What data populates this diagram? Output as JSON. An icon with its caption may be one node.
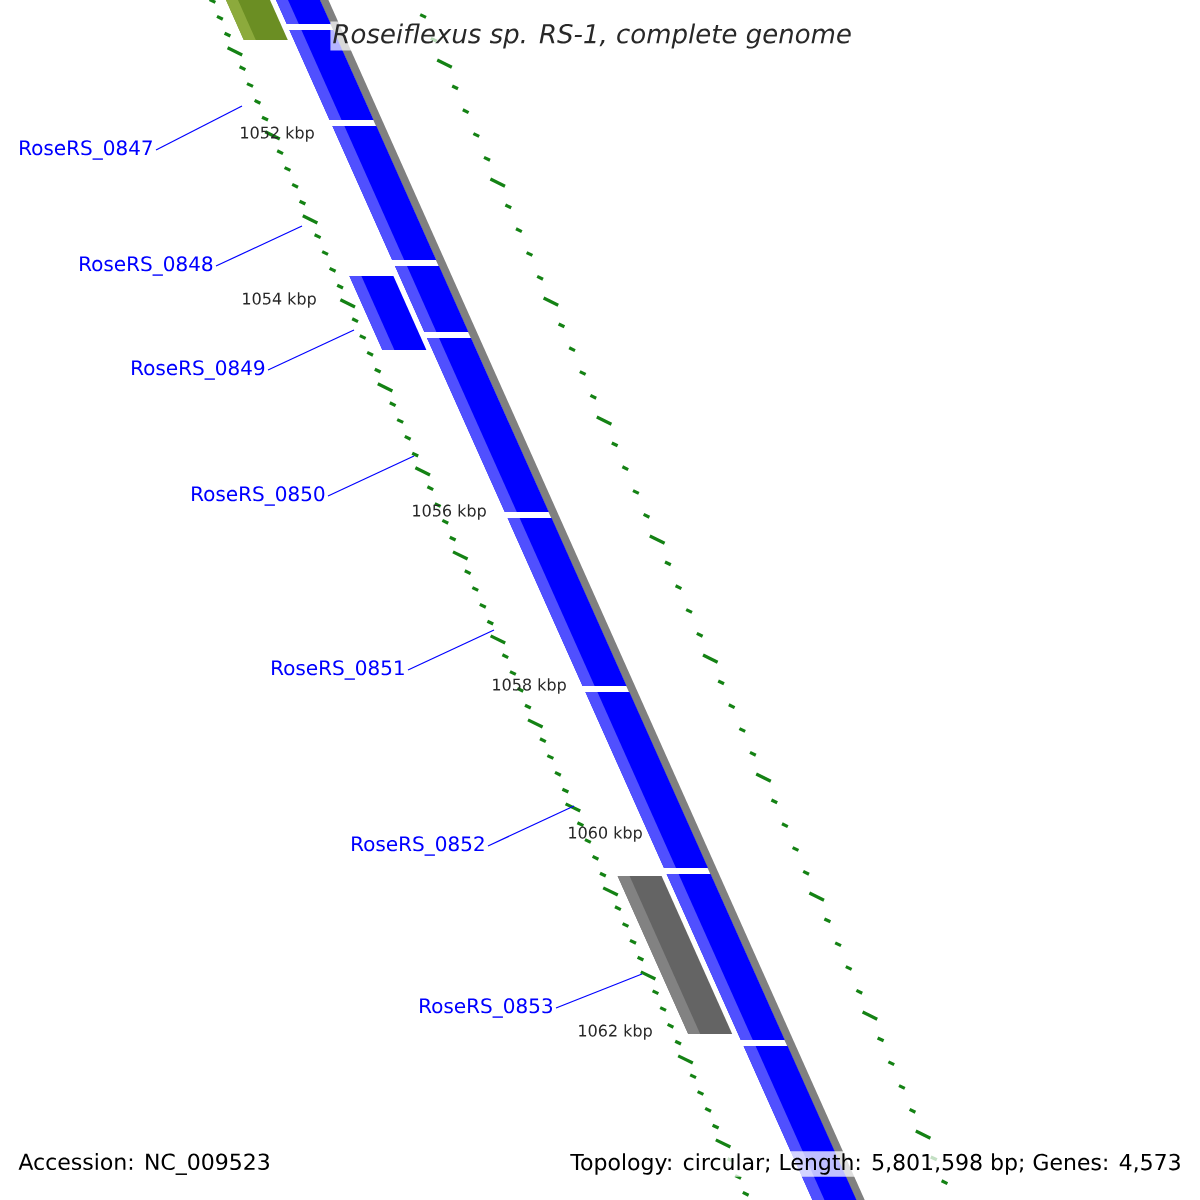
{
  "diagram": {
    "title": "Roseiflexus sp. RS-1, complete genome",
    "nodes": [
      {
        "text": [
          "RoseRS_0847"
        ]
      },
      {
        "text": [
          "RoseRS_0848"
        ]
      },
      {
        "text": [
          "RoseRS_0849"
        ]
      },
      {
        "text": [
          "RoseRS_0850"
        ]
      },
      {
        "text": [
          "RoseRS_0851"
        ]
      },
      {
        "text": [
          "RoseRS_0852"
        ]
      },
      {
        "text": [
          "RoseRS_0853"
        ]
      }
    ],
    "edges": [
      {
        "from": 0,
        "to": null,
        "arrow": "none"
      },
      {
        "from": 1,
        "to": null,
        "arrow": "none"
      },
      {
        "from": 2,
        "to": null,
        "arrow": "none"
      },
      {
        "from": 3,
        "to": null,
        "arrow": "none"
      },
      {
        "from": 4,
        "to": null,
        "arrow": "none"
      },
      {
        "from": 5,
        "to": null,
        "arrow": "none"
      },
      {
        "from": 6,
        "to": null,
        "arrow": "none"
      }
    ],
    "labels": [
      "1052 kbp",
      "1054 kbp",
      "1056 kbp",
      "1058 kbp",
      "1060 kbp",
      "1062 kbp",
      "Accession: NC_009523",
      "Topology: circular; Length: 5,801,598 bp; Genes: 4,573"
    ]
  }
}
